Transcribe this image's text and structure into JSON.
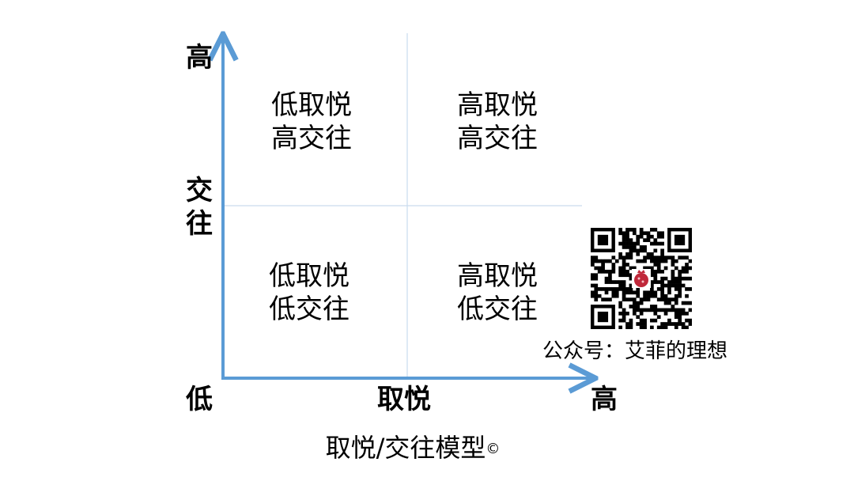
{
  "y_axis": {
    "high": "高",
    "name_line1": "交",
    "name_line2": "往"
  },
  "x_axis": {
    "low": "低",
    "name": "取悦",
    "high": "高"
  },
  "quadrants": {
    "top_left": {
      "line1": "低取悦",
      "line2": "高交往"
    },
    "top_right": {
      "line1": "高取悦",
      "line2": "高交往"
    },
    "bottom_left": {
      "line1": "低取悦",
      "line2": "低交往"
    },
    "bottom_right": {
      "line1": "高取悦",
      "line2": "低交往"
    }
  },
  "caption": {
    "title": "取悦/交往模型",
    "mark": "©"
  },
  "qr": {
    "label": "公众号：艾菲的理想",
    "center_icon": "pomegranate-icon"
  },
  "colors": {
    "axis": "#5b9bd5",
    "grid": "#c9dcee",
    "text": "#000000",
    "qr_dark": "#000000",
    "qr_center": "#c0283a"
  }
}
